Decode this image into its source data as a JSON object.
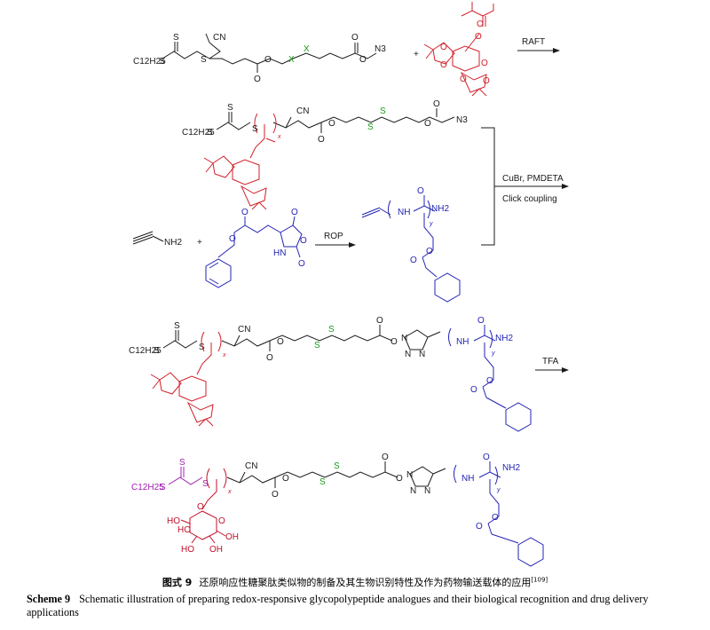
{
  "colors": {
    "black": "#1a1a1a",
    "red": "#d1202a",
    "green": "#1a9a1a",
    "blue": "#2323b4",
    "purple": "#a020b0",
    "darkred": "#c0102a"
  },
  "labels": {
    "c12h25": "C12H25",
    "s": "S",
    "cn": "CN",
    "o": "O",
    "n3": "N3",
    "x": "X",
    "plus": "+",
    "raft": "RAFT",
    "cubr": "CuBr, PMDETA",
    "click": "Click coupling",
    "rop": "ROP",
    "tfa": "TFA",
    "nh": "NH",
    "nh2": "NH2",
    "hn": "HN",
    "n": "N",
    "sub_x": "x",
    "sub_y": "y",
    "oh": "OH",
    "ho": "HO"
  },
  "caption": {
    "zh_label": "图式 9",
    "zh_text": "还原响应性糖聚肽类似物的制备及其生物识别特性及作为药物输送载体的应用",
    "zh_ref": "[109]",
    "en_label": "Scheme 9",
    "en_text": "Schematic illustration of preparing redox-responsive glycopolypeptide analogues and their biological recognition and drug delivery applications"
  }
}
